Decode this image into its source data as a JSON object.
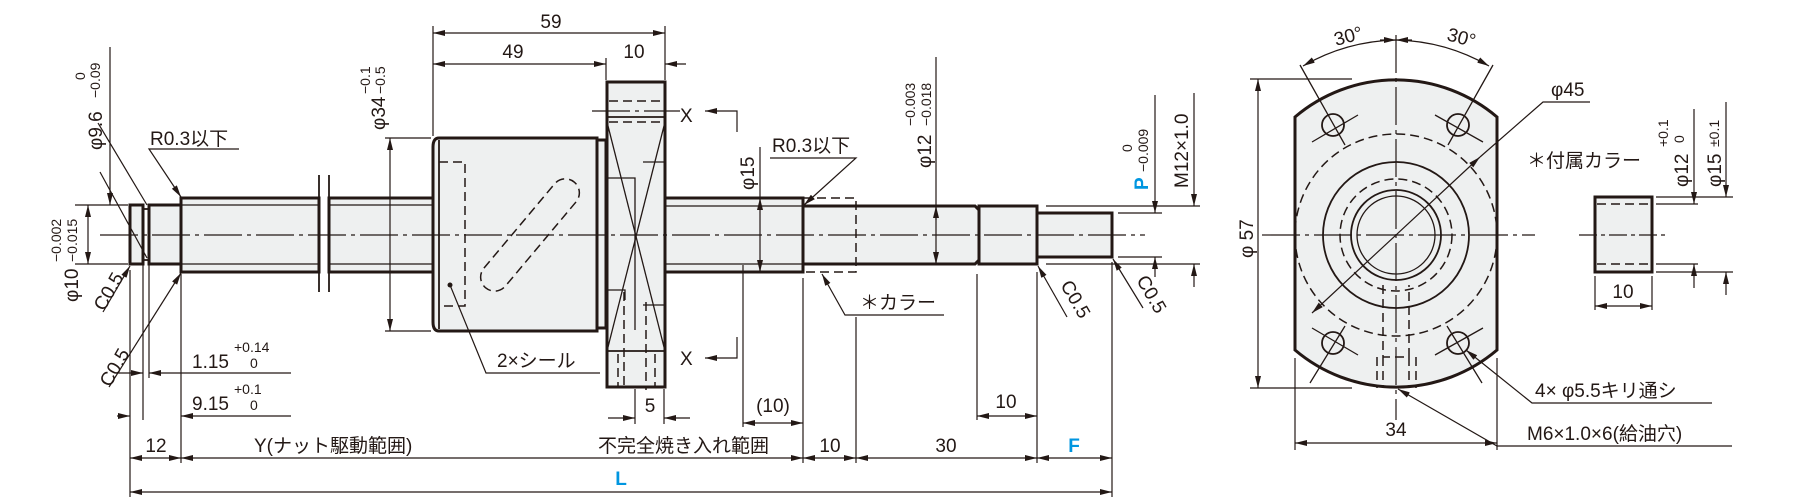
{
  "colors": {
    "line": "#231815",
    "fill": "#eef0f0",
    "accent": "#0096e0"
  },
  "side_view": {
    "dim_59": "59",
    "dim_49": "49",
    "dim_10_flange": "10",
    "phi34": "φ34",
    "phi34_tol_upper": "−0.1",
    "phi34_tol_lower": "−0.5",
    "phi96": "φ9.6",
    "phi96_tol_upper": "0",
    "phi96_tol_lower": "−0.09",
    "phi10": "φ10",
    "phi10_tol_upper": "−0.002",
    "phi10_tol_lower": "−0.015",
    "r03_left": "R0.3以下",
    "r03_right": "R0.3以下",
    "chamfer_labels": [
      "C0.5",
      "C0.5",
      "C0.5",
      "C0.5"
    ],
    "dim_115": "1.15",
    "dim_115_tol_upper": "+0.14",
    "dim_115_tol_lower": "0",
    "dim_915": "9.15",
    "dim_915_tol_upper": "+0.1",
    "dim_915_tol_lower": "0",
    "dim_12": "12",
    "y_range": "Y(ナット駆動範囲)",
    "incomplete_hardening": "不完全焼き入れ範囲",
    "dim_10_collar": "10",
    "dim_30": "30",
    "F": "F",
    "L": "L",
    "seal": "2×シール",
    "section_mark": "X",
    "phi15": "φ15",
    "dim_5": "5",
    "dim_10_paren": "(10)",
    "collar": "＊カラー",
    "phi12": "φ12",
    "phi12_tol_upper": "−0.003",
    "phi12_tol_lower": "−0.018",
    "P": "P",
    "P_tol_upper": "0",
    "P_tol_lower": "−0.009",
    "thread": "M12×1.0",
    "dim_10_thread": "10"
  },
  "flange_view": {
    "angle_left": "30°",
    "angle_right": "30°",
    "phi45": "φ45",
    "phi57": "φ 57",
    "dim_34": "34",
    "holes": "4× φ5.5キリ通シ",
    "oil_hole": "M6×1.0×6(給油穴)"
  },
  "collar_view": {
    "title": "＊付属カラー",
    "phi12": "φ12",
    "phi12_tol_upper": "+0.1",
    "phi12_tol_lower": "0",
    "phi15": "φ15",
    "phi15_tol": "±0.1",
    "dim_10": "10"
  }
}
